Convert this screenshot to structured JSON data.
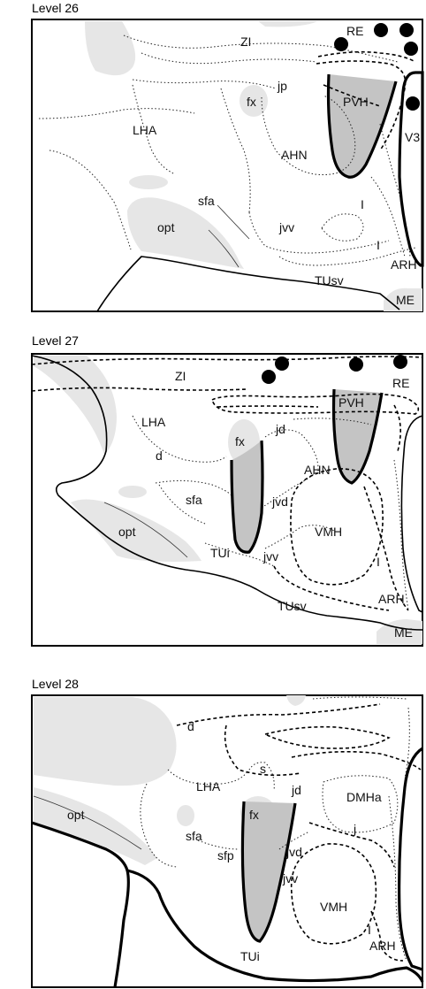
{
  "panels": [
    {
      "title": "Level 26",
      "labels": [
        "ZI",
        "RE",
        "fx",
        "jp",
        "PVH",
        "LHA",
        "AHN",
        "V3",
        "sfa",
        "opt",
        "jvv",
        "I",
        "I",
        "ARH",
        "TUsv",
        "ME"
      ]
    },
    {
      "title": "Level 27",
      "labels": [
        "ZI",
        "RE",
        "PVH",
        "LHA",
        "fx",
        "jd",
        "d",
        "AHN",
        "sfa",
        "jvd",
        "VMH",
        "opt",
        "TUi",
        "jvv",
        "I",
        "ARH",
        "TUsv",
        "ME"
      ]
    },
    {
      "title": "Level 28",
      "labels": [
        "d",
        "s",
        "jd",
        "LHA",
        "DMHa",
        "fx",
        "opt",
        "sfa",
        "j",
        "sfp",
        "jvd",
        "jvv",
        "VMH",
        "I",
        "ARH",
        "TUi"
      ]
    }
  ],
  "colors": {
    "fiber_tract_fill": "#e6e6e6",
    "fornix_column_fill": "#c4c4c4",
    "outline": "#000000"
  }
}
